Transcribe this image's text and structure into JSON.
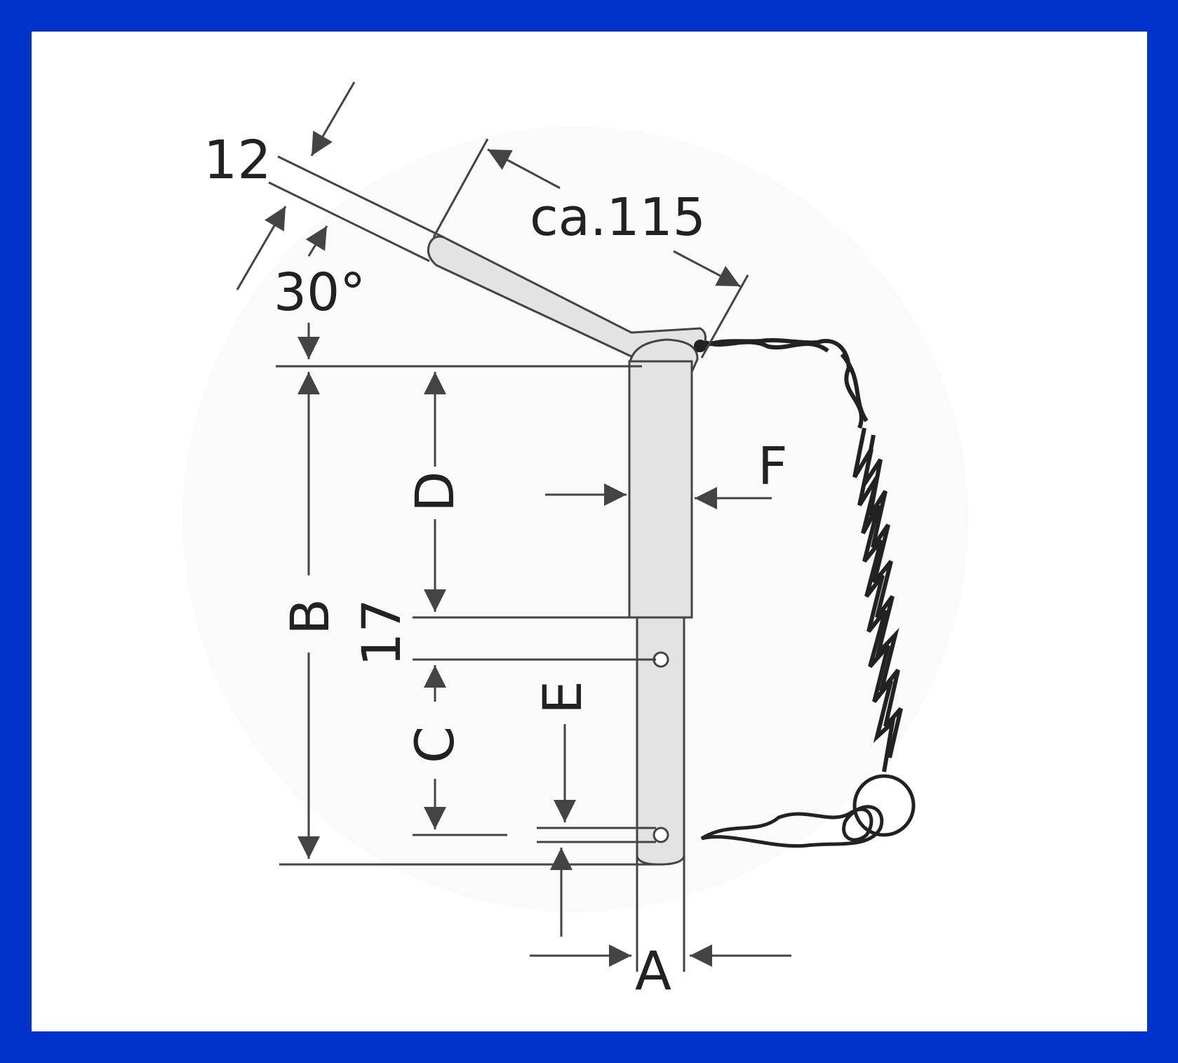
{
  "colors": {
    "border": "#0033cc",
    "background": "#ffffff",
    "line": "#444444",
    "pin_fill": "#e3e3e3",
    "chain": "#222222"
  },
  "labels": {
    "thickness": "12",
    "length": "ca.115",
    "angle": "30°",
    "A": "A",
    "B": "B",
    "C": "C",
    "D": "D",
    "E": "E",
    "F": "F",
    "step": "17"
  }
}
